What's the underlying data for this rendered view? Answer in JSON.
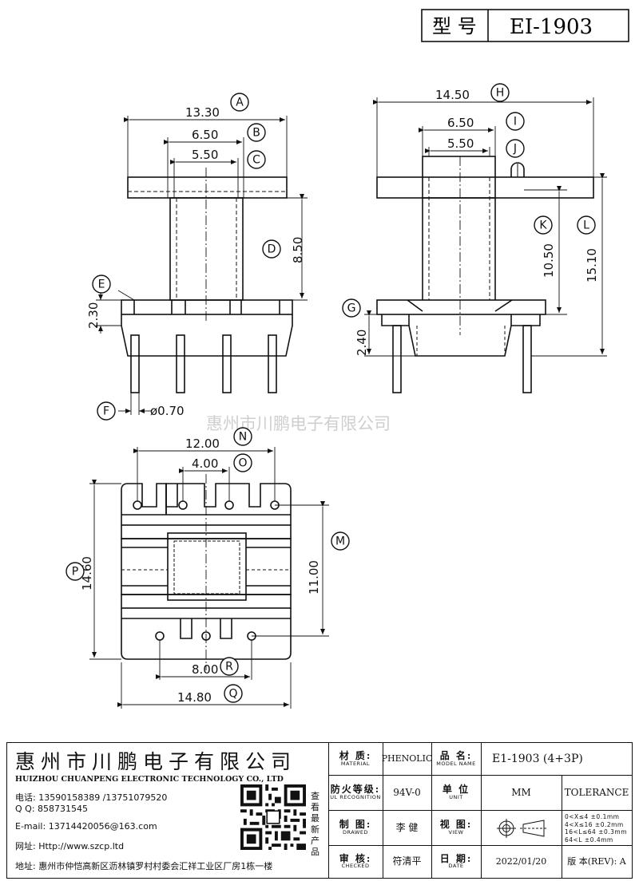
{
  "header": {
    "model_label": "型 号",
    "model_value": "EI-1903"
  },
  "watermark": "惠州市川鹏电子有限公司",
  "dimensions": {
    "A": "13.30",
    "B": "6.50",
    "C": "5.50",
    "D": "8.50",
    "E": "2.30",
    "F": "ø0.70",
    "H": "14.50",
    "I": "6.50",
    "J": "5.50",
    "K": "10.50",
    "L": "15.10",
    "G": "2.40",
    "N": "12.00",
    "O": "4.00",
    "M": "11.00",
    "P": "14.60",
    "R": "8.00",
    "Q": "14.80"
  },
  "letters": [
    "A",
    "B",
    "C",
    "D",
    "E",
    "F",
    "G",
    "H",
    "I",
    "J",
    "K",
    "L",
    "M",
    "N",
    "O",
    "P",
    "Q",
    "R"
  ],
  "company": {
    "name_cn": "惠州市川鹏电子有限公司",
    "name_en": "HUIZHOU CHUANPENG ELECTRONIC TECHNOLOGY CO., LTD",
    "tel": "电话: 13590158389  /13751079520",
    "qq": "Q Q:  858731545",
    "email": "E-mail: 13714420056@163.com",
    "web": "网址: Http://www.szcp.ltd",
    "address": "地址: 惠州市仲恺高新区沥林镇罗村村委会汇祥工业区厂房1栋一楼",
    "qr_caption": "查看最新产品"
  },
  "spec": {
    "material_cn": "材 质:",
    "material_en": "MATERIAL",
    "material_value": "PHENOLIC",
    "model_cn": "品 名:",
    "model_en": "MODEL NAME",
    "model_value": "E1-1903 (4+3P)",
    "flame_cn": "防火等级:",
    "flame_en": "UL RECOGNITION",
    "flame_value": "94V-0",
    "unit_cn": "单 位",
    "unit_en": "UNIT",
    "unit_value": "MM",
    "tolerance": "TOLERANCE",
    "drawn_cn": "制 图:",
    "drawn_en": "DRAWED",
    "drawn_value": "李 健",
    "view_cn": "视 图:",
    "view_en": "VIEW",
    "check_cn": "审 核:",
    "check_en": "CHECKED",
    "check_value": "符清平",
    "date_cn": "日 期:",
    "date_en": "DATE",
    "date_value": "2022/01/20",
    "rev_label": "版 本(REV): A",
    "tolerances": [
      "0<X≤4    ±0.1mm",
      "4<X≤16   ±0.2mm",
      "16<L≤64 ±0.3mm",
      "64<L      ±0.4mm"
    ]
  }
}
